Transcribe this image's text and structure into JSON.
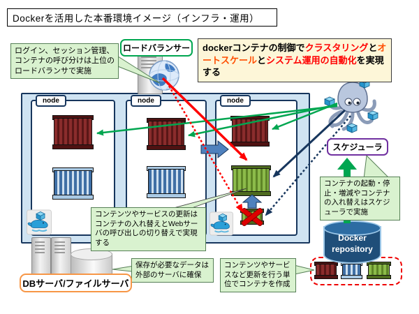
{
  "title": "Dockerを活用した本番環境イメージ（インフラ・運用）",
  "highlight_box": {
    "segments": [
      {
        "text": "dockerコンテナの制御で",
        "color": "#000000"
      },
      {
        "text": "クラスタリング",
        "color": "#ff0000"
      },
      {
        "text": "と",
        "color": "#000000"
      },
      {
        "text": "オートスケール",
        "color": "#ff4d00"
      },
      {
        "text": "と",
        "color": "#000000"
      },
      {
        "text": "システム運用の自動化",
        "color": "#ff0000"
      },
      {
        "text": "を実現する",
        "color": "#000000"
      }
    ]
  },
  "load_balancer": {
    "label": "ロードバランサー"
  },
  "scheduler": {
    "label": "スケジューラ"
  },
  "node": {
    "label": "node"
  },
  "callouts": {
    "login": "ログイン、セッション管理、コンテナの呼び分けは上位のロードバランサで実施",
    "update": "コンテンツやサービスの更新はコンテナの入れ替えとWebサーバの呼び出しの切り替えで実現する",
    "scheduler_ops": "コンテナの起動・停止・増減やコンテナの入れ替えはスケジューラで実施",
    "storage": "保存が必要なデータは外部のサーバに確保",
    "container_unit": "コンテンツやサービスなど更新を行う単位でコンテナを作成"
  },
  "repository": {
    "label": "Docker repository"
  },
  "db_server": {
    "label": "DBサーバ/ファイルサーバ"
  },
  "colors": {
    "green_arrow": "#00a650",
    "red_arrow": "#ff0000",
    "navy_arrow": "#17365d",
    "callout_bg": "#d9f2cf",
    "highlight_bg": "#fdf6d8",
    "outer_box_bg": "#cfe3f2",
    "node_border": "#17365d",
    "lb_border": "#00a650",
    "scheduler_border": "#7030a0",
    "db_border": "#f79646",
    "repo_bg": "#1f4e79",
    "dashed_box_border": "#ee0000"
  }
}
